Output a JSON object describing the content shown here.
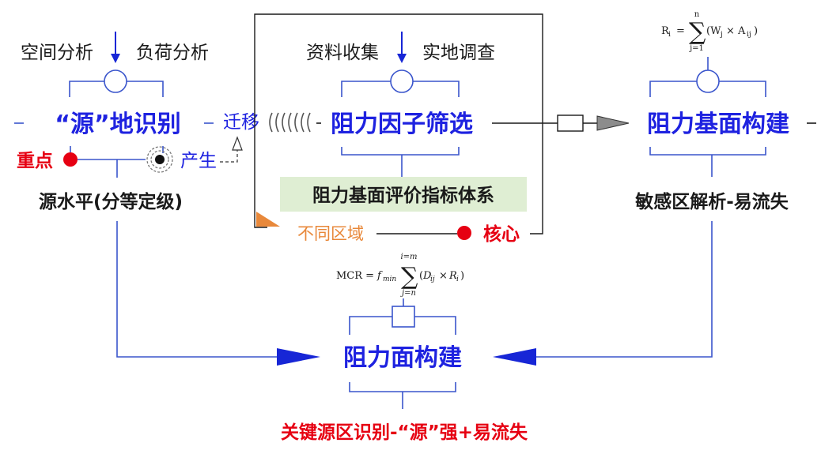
{
  "source_node": {
    "title": "“源”地识别",
    "inputs": [
      "空间分析",
      "负荷分析"
    ],
    "key_label": "重点",
    "produce_label": "产生",
    "migrate_label": "迁移",
    "level_label": "源水平(分等定级)"
  },
  "factor_node": {
    "title": "阻力因子筛选",
    "inputs": [
      "资料收集",
      "实地调查"
    ],
    "index_system": "阻力基面评价指标体系",
    "region_label": "不同区域",
    "core_label": "核心"
  },
  "base_node": {
    "title": "阻力基面构建",
    "formula": "Rᵢ = Σ(Wⱼ × Aᵢⱼ)",
    "sum_top": "n",
    "sum_bottom": "j=1",
    "analysis_label": "敏感区解析-易流失"
  },
  "surface_node": {
    "title": "阻力面构建",
    "formula": "MCR = f_min Σ(Dᵢⱼ × Rᵢ)",
    "sum_top": "i=m",
    "sum_bottom": "j=n",
    "result_label": "关键源区识别-“源”强+易流失"
  },
  "colors": {
    "title_blue": "#1e22e0",
    "arrow_blue": "#1726d6",
    "line_blue": "#3a55cc",
    "red": "#e60012",
    "orange": "#e8883a",
    "index_bg": "#dfeed3",
    "text_dark": "#1a1a1a"
  }
}
